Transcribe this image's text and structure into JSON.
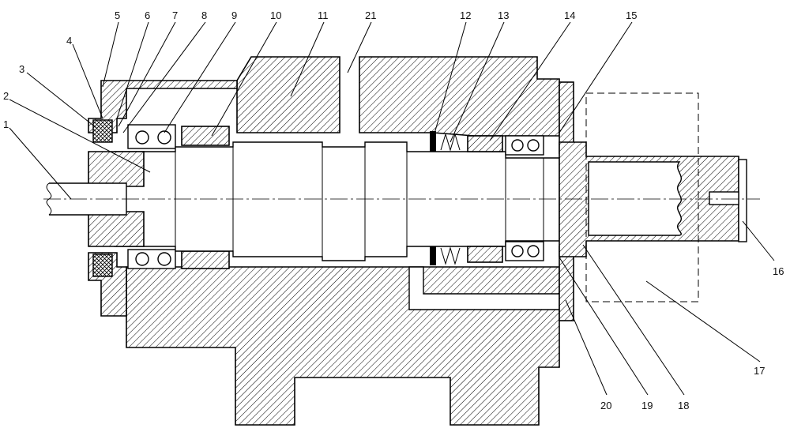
{
  "labels": {
    "l1": "1",
    "l2": "2",
    "l3": "3",
    "l4": "4",
    "l5": "5",
    "l6": "6",
    "l7": "7",
    "l8": "8",
    "l9": "9",
    "l10": "10",
    "l11": "11",
    "l21": "21",
    "l12": "12",
    "l13": "13",
    "l14": "14",
    "l15": "15",
    "l16": "16",
    "l17": "17",
    "l18": "18",
    "l19": "19",
    "l20": "20"
  },
  "colors": {
    "line": "#000000",
    "background": "#ffffff"
  }
}
